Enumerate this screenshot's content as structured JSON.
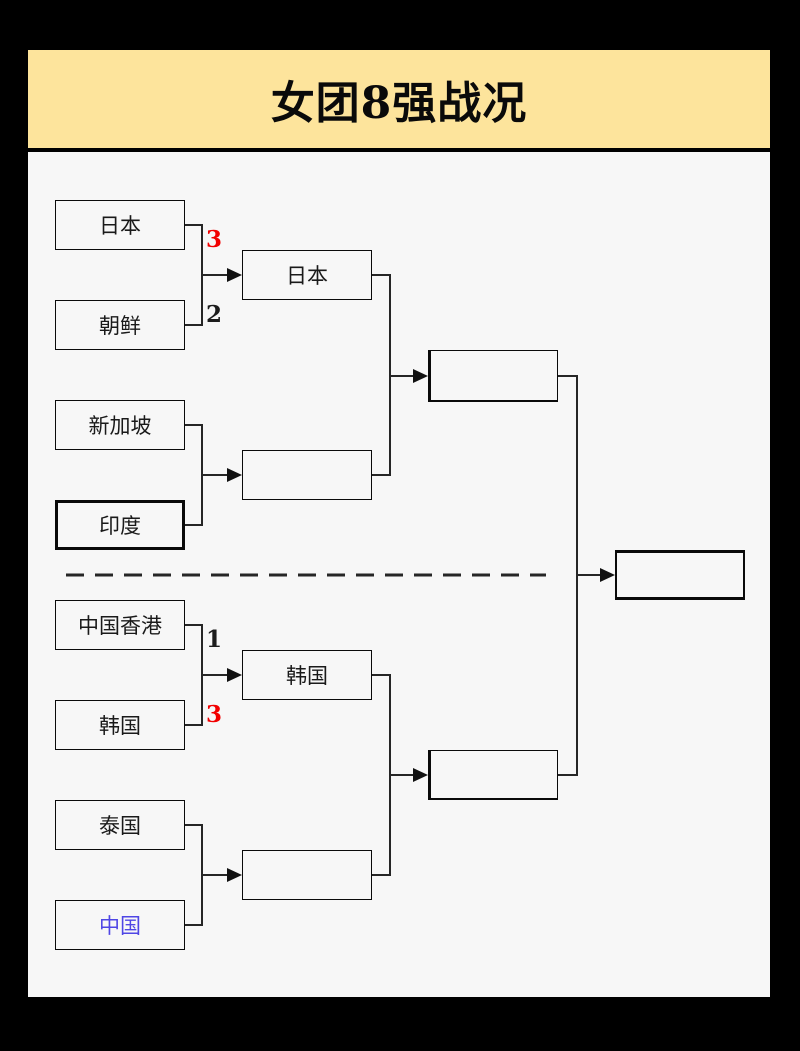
{
  "title": "女团8强战况",
  "colors": {
    "frame": "#000000",
    "banner_background": "#fde49c",
    "content_background": "#f7f7f7",
    "box_border": "#0a0a0a",
    "connector_line": "#262626",
    "score_highlight_red": "#f20000",
    "china_team_blue": "#4f46e5"
  },
  "bracket": {
    "round1": [
      {
        "name": "日本"
      },
      {
        "name": "朝鲜"
      },
      {
        "name": "新加坡"
      },
      {
        "name": "印度"
      },
      {
        "name": "中国香港"
      },
      {
        "name": "韩国"
      },
      {
        "name": "泰国"
      },
      {
        "name": "中国"
      }
    ],
    "round1_scores": [
      {
        "value": "3",
        "highlight": true
      },
      {
        "value": "2",
        "highlight": false
      },
      {
        "value": "1",
        "highlight": false
      },
      {
        "value": "3",
        "highlight": true
      }
    ],
    "quarterfinal_winners": [
      {
        "name": "日本"
      },
      {
        "name": ""
      },
      {
        "name": "韩国"
      },
      {
        "name": ""
      }
    ],
    "semifinal_winners": [
      {
        "name": ""
      },
      {
        "name": ""
      }
    ],
    "final_winner": {
      "name": ""
    }
  }
}
